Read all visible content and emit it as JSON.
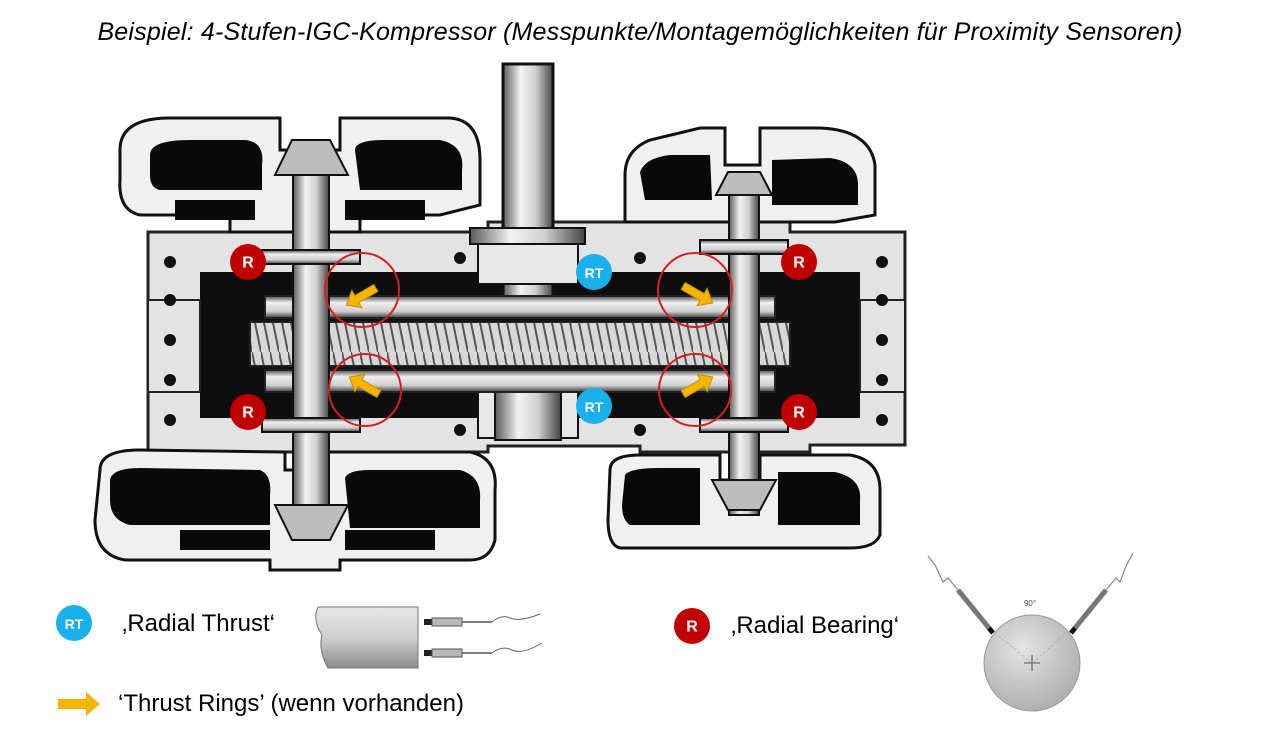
{
  "title": "Beispiel: 4-Stufen-IGC-Kompressor (Messpunkte/Montagemöglichkeiten für Proximity Sensoren)",
  "markers": {
    "radial_thrust_label": "RT",
    "radial_bearing_label": "R"
  },
  "legend": {
    "radial_thrust": "‚Radial Thrust‘",
    "radial_bearing": "‚Radial Bearing‘",
    "thrust_rings": "‘Thrust Rings’ (wenn vorhanden)"
  },
  "figure_inset": {
    "angle_label": "90°"
  },
  "colors": {
    "radial_thrust": "#19b0ec",
    "radial_bearing": "#c00000",
    "thrust_ring_arrow": "#f5b400",
    "highlight_circle": "#d42020"
  }
}
